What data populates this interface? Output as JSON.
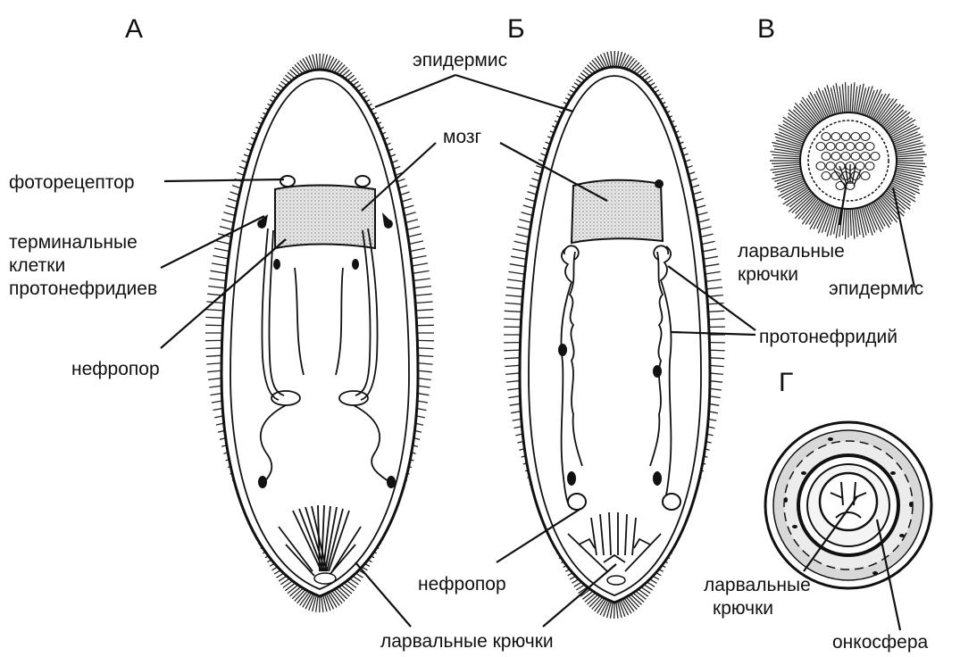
{
  "panels": {
    "a": "А",
    "b": "Б",
    "v": "В",
    "g": "Г"
  },
  "labels": {
    "photoreceptor": "фоторецептор",
    "terminal_line1": "терминальные",
    "terminal_line2": "клетки",
    "terminal_line3": "протонефридиев",
    "nephropore_a": "нефропор",
    "epidermis_top": "эпидермис",
    "brain": "мозг",
    "nephropore_b": "нефропор",
    "larval_hooks_bottom": "ларвальные крючки",
    "larval_hooks_v_line1": "ларвальные",
    "larval_hooks_v_line2": "крючки",
    "epidermis_v": "эпидермис",
    "protonephridium": "протонефридий",
    "larval_hooks_g_line1": "ларвальные",
    "larval_hooks_g_line2": "крючки",
    "oncosphere": "онкосфера"
  },
  "colors": {
    "ink": "#111111",
    "brain_fill": "#e4e4e4",
    "background": "#ffffff"
  }
}
